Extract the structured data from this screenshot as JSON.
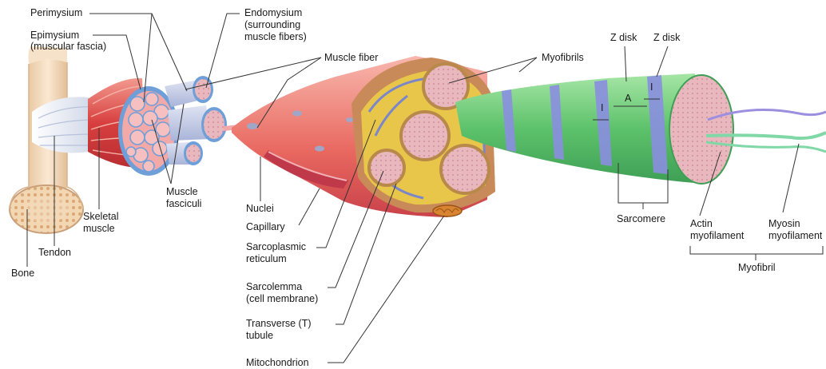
{
  "labels": {
    "perimysium": "Perimysium",
    "epimysium_1": "Epimysium",
    "epimysium_2": "(muscular fascia)",
    "endomysium_1": "Endomysium",
    "endomysium_2": "(surrounding",
    "endomysium_3": "muscle fibers)",
    "muscle_fiber": "Muscle fiber",
    "myofibrils": "Myofibrils",
    "z_disk_left": "Z disk",
    "z_disk_right": "Z disk",
    "band_i_left": "I",
    "band_a": "A",
    "band_i_right": "I",
    "muscle_fasciculi_1": "Muscle",
    "muscle_fasciculi_2": "fasciculi",
    "skeletal_muscle_1": "Skeletal",
    "skeletal_muscle_2": "muscle",
    "tendon": "Tendon",
    "bone": "Bone",
    "nuclei": "Nuclei",
    "capillary": "Capillary",
    "sarcoplasmic_1": "Sarcoplasmic",
    "sarcoplasmic_2": "reticulum",
    "sarcolemma_1": "Sarcolemma",
    "sarcolemma_2": "(cell membrane)",
    "t_tubule_1": "Transverse (T)",
    "t_tubule_2": "tubule",
    "mitochondrion": "Mitochondrion",
    "sarcomere": "Sarcomere",
    "actin_1": "Actin",
    "actin_2": "myofilament",
    "myosin_1": "Myosin",
    "myosin_2": "myofilament",
    "myofibril": "Myofibril"
  },
  "colors": {
    "bone": "#f3dcc0",
    "tendon": "#dfe4ef",
    "muscle": "#d94a4a",
    "epimysium": "#6f9fd8",
    "fascicle": "#f0a6a6",
    "fiber_cut": "#e7b8bc",
    "sr": "#e8c64a",
    "ttubule": "#7a86c9",
    "myofibril_green": "#6fcf7a",
    "zdisk_blue": "#8a8fe0",
    "actin": "#9c8fe0",
    "myosin": "#7fd8a6",
    "leader": "#333333"
  }
}
